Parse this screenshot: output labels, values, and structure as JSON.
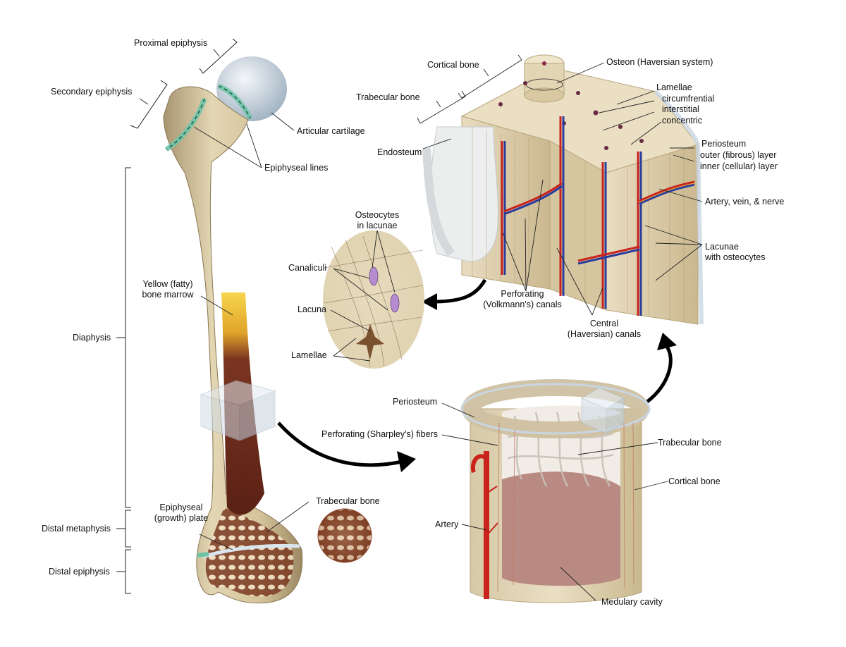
{
  "femur_labels": {
    "proximal_epiphysis": "Proximal epiphysis",
    "secondary_epiphysis": "Secondary epiphysis",
    "articular_cartilage": "Articular cartilage",
    "epiphyseal_lines": "Epiphyseal lines",
    "diaphysis": "Diaphysis",
    "yellow_marrow_1": "Yellow (fatty)",
    "yellow_marrow_2": "bone marrow",
    "epiphyseal_plate_1": "Epiphyseal",
    "epiphyseal_plate_2": "(growth) plate",
    "trabecular_bone": "Trabecular bone",
    "distal_metaphysis": "Distal metaphysis",
    "distal_epiphysis": "Distal epiphysis"
  },
  "osteon_labels": {
    "cortical_bone": "Cortical bone",
    "trabecular_bone": "Trabecular bone",
    "osteon": "Osteon (Haversian system)",
    "lamellae": "Lamellae",
    "circumfrential": "circumfrential",
    "interstitial": "interstitial",
    "concentric": "concentric",
    "periosteum": "Periosteum",
    "outer_layer": "outer (fibrous) layer",
    "inner_layer": "inner (cellular) layer",
    "endosteum": "Endosteum",
    "artery_vein_nerve": "Artery, vein, & nerve",
    "lacunae_1": "Lacunae",
    "lacunae_2": "with osteocytes",
    "perforating_1": "Perforating",
    "perforating_2": "(Volkmann's) canals",
    "central_1": "Central",
    "central_2": "(Haversian) canals"
  },
  "cell_labels": {
    "osteocytes_1": "Osteocytes",
    "osteocytes_2": "in lacunae",
    "canaliculi": "Canaliculi",
    "lacuna": "Lacuna",
    "lamellae": "Lamellae"
  },
  "shaft_labels": {
    "periosteum": "Periosteum",
    "sharpey_fibers": "Perforating (Sharpley's) fibers",
    "trabecular_bone": "Trabecular bone",
    "cortical_bone": "Cortical bone",
    "artery": "Artery",
    "medullary_cavity": "Medulary cavity"
  },
  "colors": {
    "bone": "#d9cba6",
    "bone_dark": "#b8a57c",
    "cartilage": "#c9d3dc",
    "marrow_yellow": "#f2c53d",
    "marrow_red": "#6e2a1c",
    "epiphyseal_line": "#6fc4a8",
    "artery": "#c9231c",
    "vein": "#2a3d9c",
    "cell_purple": "#b48ccf"
  }
}
